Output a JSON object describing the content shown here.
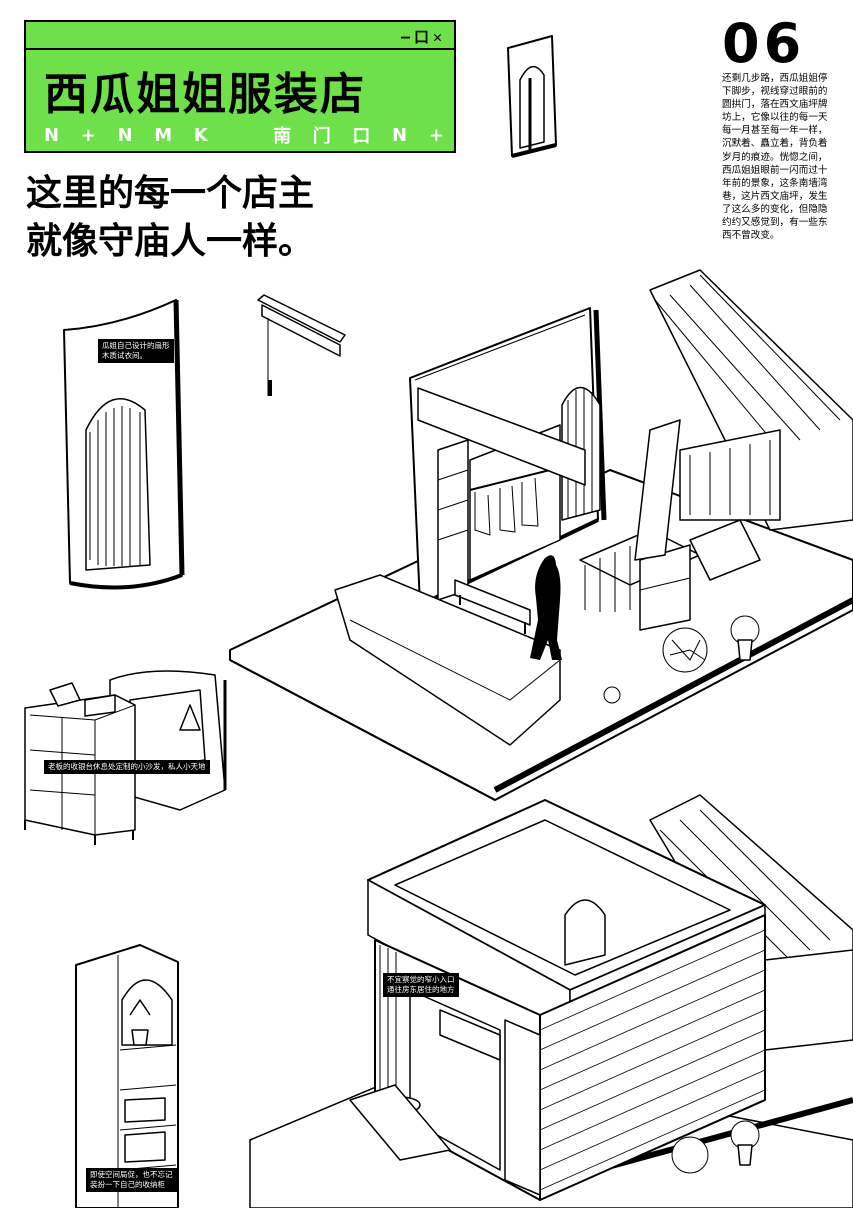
{
  "title_window": {
    "controls": "—口✕",
    "shop_name": "西瓜姐姐服装店",
    "subtitle_items": [
      "N",
      "+",
      "N",
      "M",
      "K",
      "南",
      "门",
      "口",
      "N",
      "+"
    ]
  },
  "headline_line1": "这里的每一个店主",
  "headline_line2": "就像守庙人一样。",
  "page_number": "06",
  "intro_text": "还剩几步路，西瓜姐姐停\n下脚步，视线穿过眼前的\n圆拱门，落在西文庙坪牌\n坊上，它像以往的每一天\n每一月甚至每一年一样，\n沉默着、矗立着，背负着\n岁月的痕迹。恍惚之间，\n西瓜姐姐眼前一闪而过十\n年前的景象，这条南墙湾\n巷，这片西文庙坪，发生\n了这么多的变化，但隐隐\n约约又感觉到，有一些东\n西不曾改变。",
  "labels": {
    "fitting_room": "瓜姐自己设计的扇形\n木质试衣间。",
    "sofa": "老板的收银台休息处定制的小沙发，私人小天地",
    "entrance": "不宜察觉的窄小入口\n通往房东居住的地方",
    "cabinet": "即使空间局促，也不忘记\n装扮一下自己的收纳柜"
  },
  "colors": {
    "accent": "#6ee04a",
    "ink": "#000000",
    "paper": "#ffffff"
  }
}
